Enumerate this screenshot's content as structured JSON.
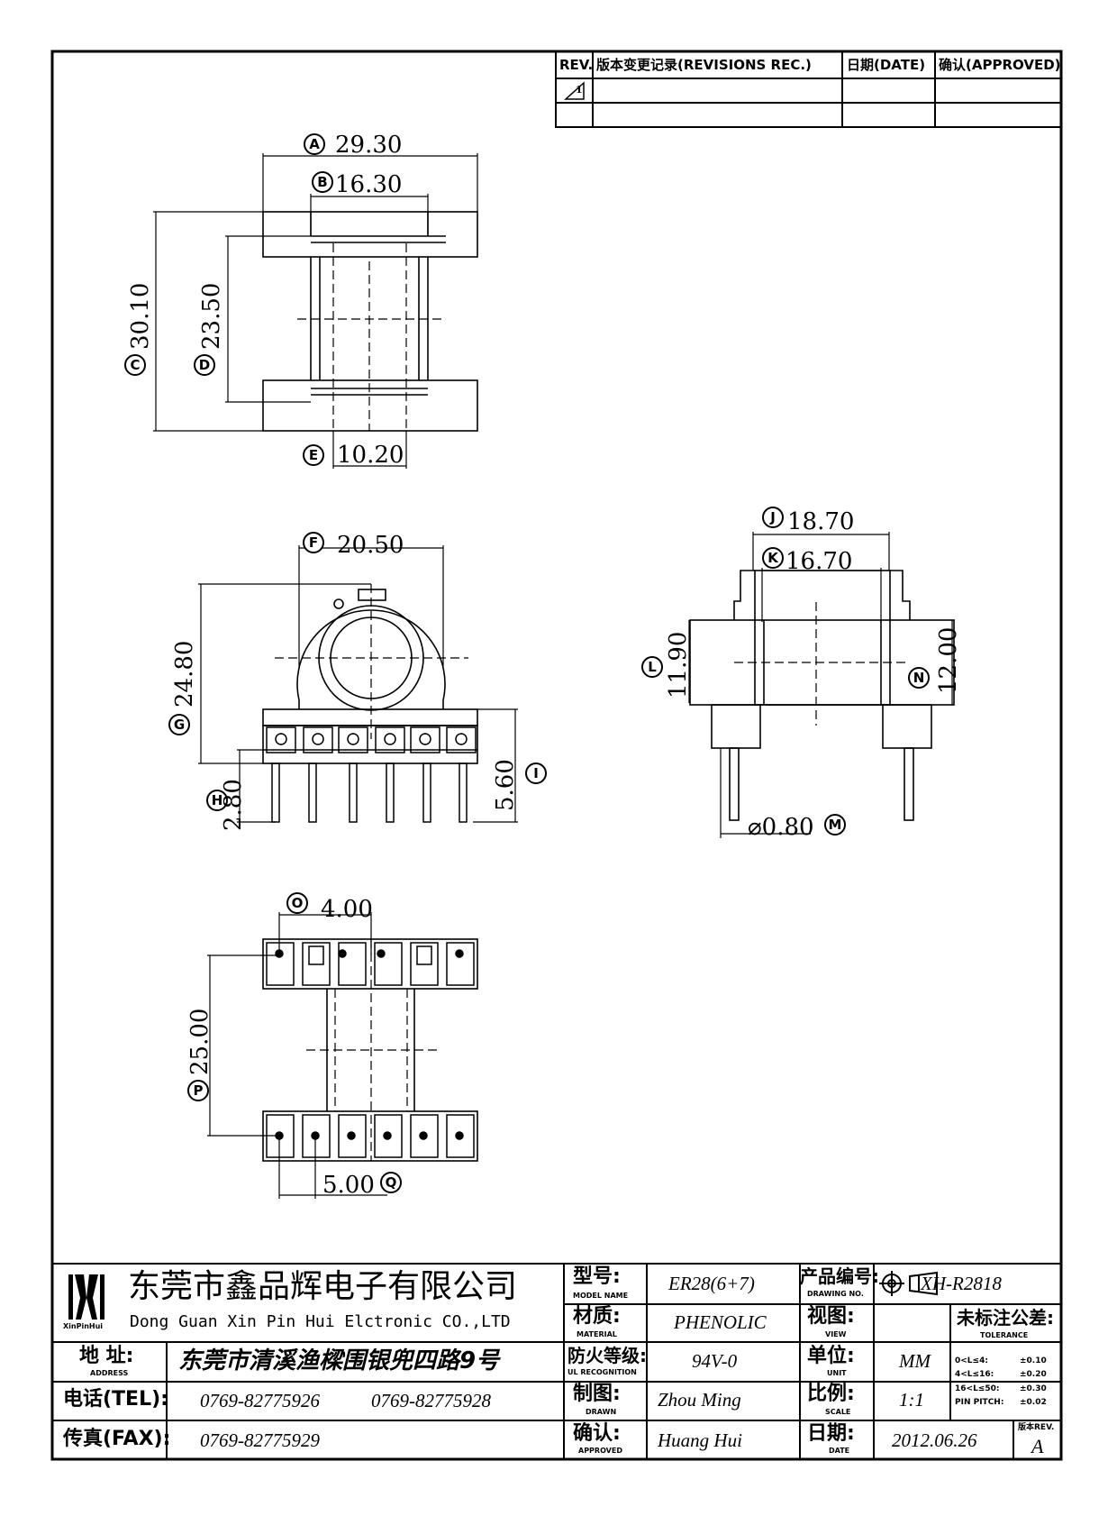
{
  "revision_table": {
    "headers": [
      "REV.",
      "版本变更记录(REVISIONS REC.)",
      "日期(DATE)",
      "确认(APPROVED)"
    ],
    "rev_mark": "1"
  },
  "dimensions": {
    "A": "29.30",
    "B": "16.30",
    "C": "30.10",
    "D": "23.50",
    "E": "10.20",
    "F": "20.50",
    "G": "24.80",
    "H": "2.80",
    "I": "5.60",
    "J": "18.70",
    "K": "16.70",
    "L": "11.90",
    "M": "⌀0.80",
    "N": "12.00",
    "O": "4.00",
    "P": "25.00",
    "Q": "5.00"
  },
  "letters": [
    "A",
    "B",
    "C",
    "D",
    "E",
    "F",
    "G",
    "H",
    "I",
    "J",
    "K",
    "L",
    "M",
    "N",
    "O",
    "P",
    "Q"
  ],
  "title_block": {
    "company_cn": "东莞市鑫品辉电子有限公司",
    "company_en": "Dong Guan Xin Pin Hui Elctronic CO.,LTD",
    "logo_text": "XinPinHui",
    "address_label": "地  址:",
    "address_sub": "ADDRESS",
    "address": "东莞市清溪渔樑围银兜四路9号",
    "tel_label": "电话(TEL):",
    "tel1": "0769-82775926",
    "tel2": "0769-82775928",
    "fax_label": "传真(FAX):",
    "fax": "0769-82775929",
    "model_label": "型号:",
    "model_sub": "MODEL NAME",
    "model": "ER28(6+7)",
    "material_label": "材质:",
    "material_sub": "MATERIAL",
    "material": "PHENOLIC",
    "fire_label": "防火等级:",
    "fire_sub": "UL RECOGNITION",
    "fire": "94V-0",
    "drawn_label": "制图:",
    "drawn_sub": "DRAWN",
    "drawn": "Zhou Ming",
    "approved_label": "确认:",
    "approved_sub": "APPROVED",
    "approved": "Huang Hui",
    "drawing_no_label": "产品编号:",
    "drawing_no_sub": "DRAWING NO.",
    "drawing_no": "XH-R2818",
    "view_label": "视图:",
    "view_sub": "VIEW",
    "unit_label": "单位:",
    "unit_sub": "UNIT",
    "unit": "MM",
    "scale_label": "比例:",
    "scale_sub": "SCALE",
    "scale": "1:1",
    "date_label": "日期:",
    "date_sub": "DATE",
    "date": "2012.06.26",
    "tolerance_label": "未标注公差:",
    "tolerance_sub": "TOLERANCE",
    "tolerance_rows": [
      {
        "range": "0<L≤4:",
        "tol": "±0.10"
      },
      {
        "range": "4<L≤16:",
        "tol": "±0.20"
      },
      {
        "range": "16<L≤50:",
        "tol": "±0.30"
      },
      {
        "range": "PIN PITCH:",
        "tol": "±0.02"
      }
    ],
    "rev_label": "版本REV.",
    "rev": "A"
  }
}
